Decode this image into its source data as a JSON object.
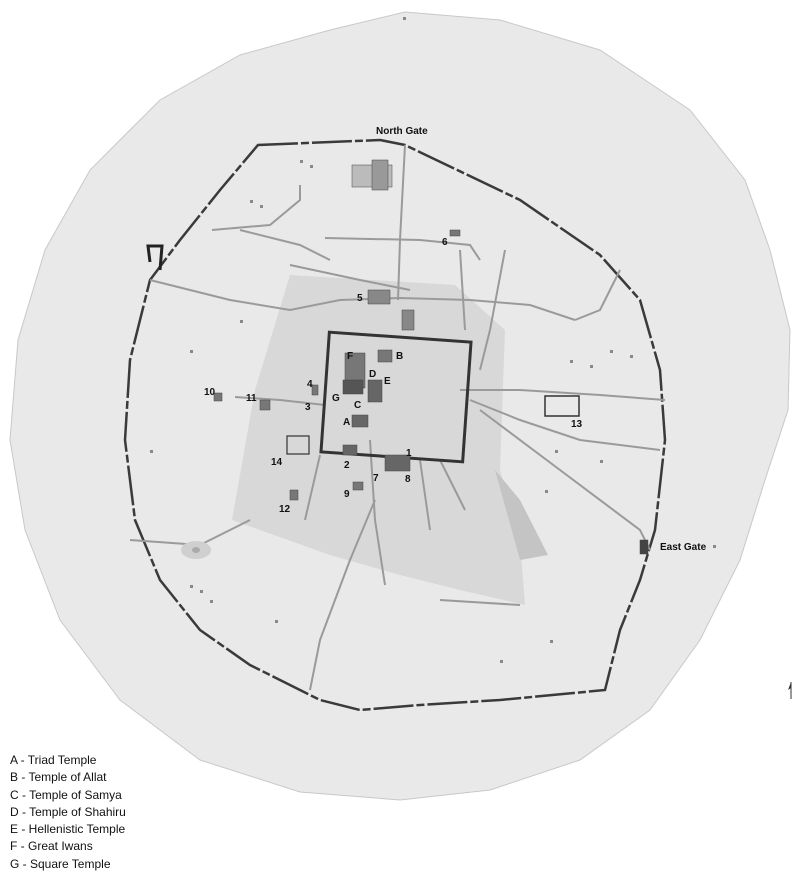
{
  "gates": {
    "north": "North Gate",
    "east": "East Gate"
  },
  "sites": [
    "1",
    "2",
    "3",
    "4",
    "5",
    "6",
    "7",
    "8",
    "9",
    "10",
    "11",
    "12",
    "13",
    "14"
  ],
  "temple_labels": [
    "A",
    "B",
    "C",
    "D",
    "E",
    "F",
    "G"
  ],
  "legend": [
    "A - Triad Temple",
    "B - Temple of Allat",
    "C - Temple of Samya",
    "D - Temple of Shahiru",
    "E  - Hellenistic Temple",
    "F  - Great Iwans",
    "G - Square Temple"
  ],
  "colors": {
    "outer_area": "#e9e9e9",
    "central_zone": "#d9d9d9",
    "wall": "#333333",
    "roads": "#9a9a9a",
    "ruins": "#555555"
  },
  "icons": [
    "north-arrow-icon"
  ]
}
